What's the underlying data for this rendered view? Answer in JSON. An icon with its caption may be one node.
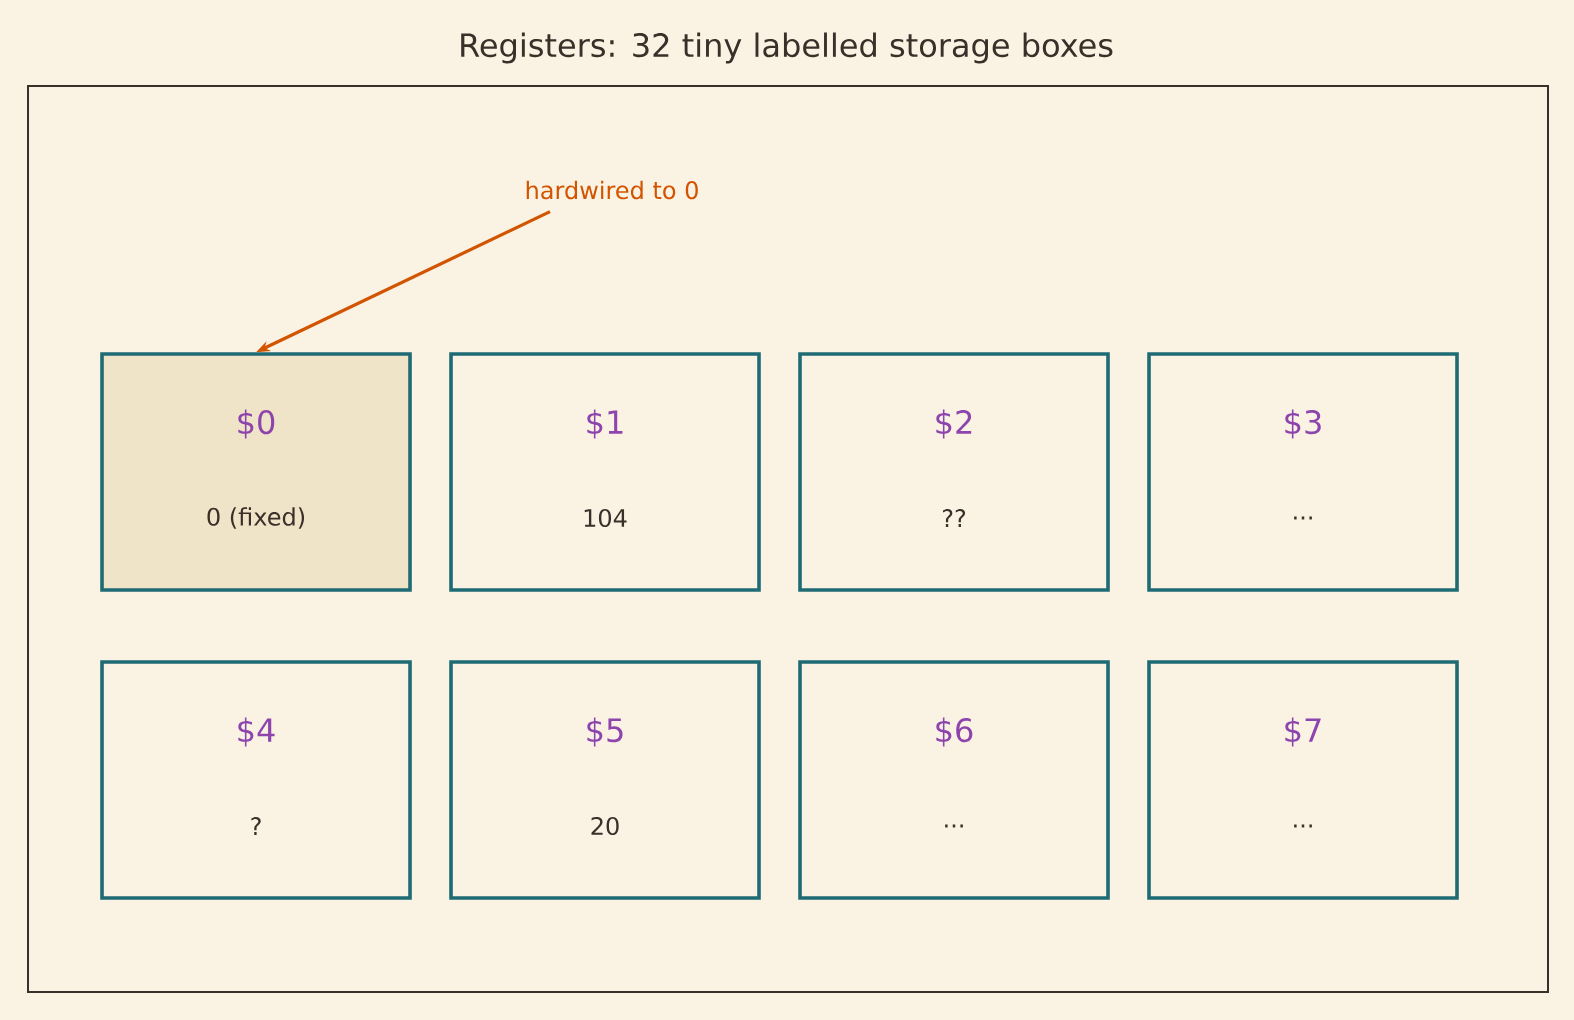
{
  "diagram": {
    "title": "Registers: 32 tiny labelled storage boxes",
    "nodes": [
      {
        "text": [
          "$0",
          "0 (fixed)"
        ]
      },
      {
        "text": [
          "$1",
          "104"
        ]
      },
      {
        "text": [
          "$2",
          "??"
        ]
      },
      {
        "text": [
          "$3",
          "..."
        ]
      },
      {
        "text": [
          "$4",
          "?"
        ]
      },
      {
        "text": [
          "$5",
          "20"
        ]
      },
      {
        "text": [
          "$6",
          "..."
        ]
      },
      {
        "text": [
          "$7",
          "..."
        ]
      },
      {
        "text": [
          "hardwired to 0"
        ]
      }
    ],
    "edges": [
      {
        "from": 8,
        "to": 0,
        "arrow": "to",
        "color": "#d35400"
      }
    ]
  }
}
